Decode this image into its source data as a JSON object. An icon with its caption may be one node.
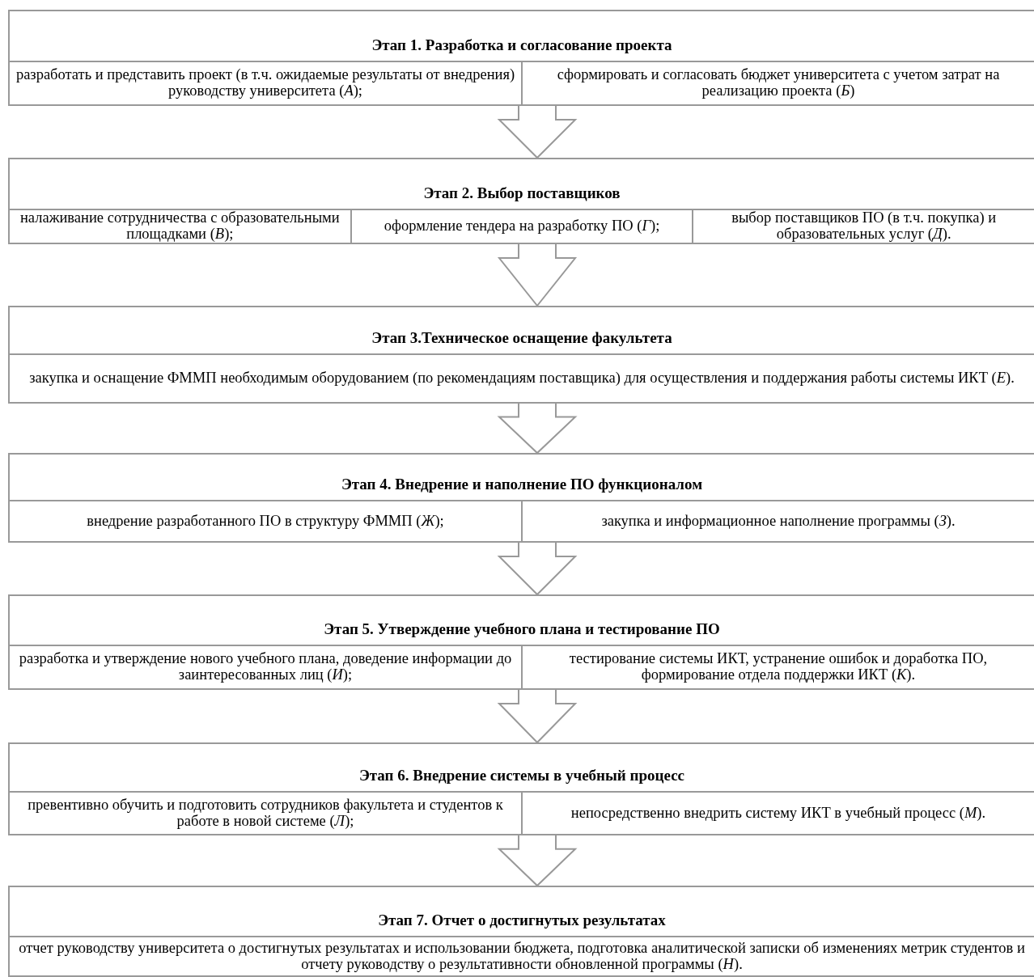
{
  "diagram": {
    "nodes": [
      {
        "text": [
          "Этап 1. Разработка и согласование проекта"
        ]
      },
      {
        "text": [
          "разработать и представить проект (в т.ч. ожидаемые результаты от внедрения) руководству университета (*А*);"
        ],
        "in": 0
      },
      {
        "text": [
          "сформировать и согласовать бюджет университета с учетом затрат на реализацию проекта (*Б*)"
        ],
        "in": 0
      },
      {
        "text": [
          "Этап 2. Выбор поставщиков"
        ]
      },
      {
        "text": [
          "налаживание сотрудничества с образовательными площадками (*В*);"
        ],
        "in": 3
      },
      {
        "text": [
          "оформление тендера на разработку ПО (*Г*);"
        ],
        "in": 3
      },
      {
        "text": [
          "выбор поставщиков ПО (в т.ч. покупка) и образовательных услуг (*Д*)."
        ],
        "in": 3
      },
      {
        "text": [
          "Этап 3.Техническое оснащение факультета"
        ]
      },
      {
        "text": [
          "закупка и оснащение ФММП необходимым оборудованием (по рекомендациям поставщика) для осуществления и поддержания работы системы ИКТ (*Е*)."
        ],
        "in": 7
      },
      {
        "text": [
          "Этап 4. Внедрение и наполнение ПО функционалом"
        ]
      },
      {
        "text": [
          "внедрение разработанного ПО в структуру ФММП (*Ж*);"
        ],
        "in": 9
      },
      {
        "text": [
          "закупка и информационное наполнение программы (*З*)."
        ],
        "in": 9
      },
      {
        "text": [
          "Этап 5. Утверждение учебного плана и тестирование ПО"
        ]
      },
      {
        "text": [
          "разработка и утверждение нового учебного плана, доведение информации до заинтересованных лиц (*И*);"
        ],
        "in": 12
      },
      {
        "text": [
          "тестирование системы ИКТ, устранение ошибок и доработка ПО, формирование отдела поддержки ИКТ (*К*)."
        ],
        "in": 12
      },
      {
        "text": [
          "Этап 6. Внедрение системы в учебный процесс"
        ]
      },
      {
        "text": [
          "превентивно обучить и подготовить сотрудников факультета и студентов к работе в новой системе (*Л*);"
        ],
        "in": 15
      },
      {
        "text": [
          "непосредственно внедрить систему ИКТ в учебный процесс (*М*)."
        ],
        "in": 15
      },
      {
        "text": [
          "Этап 7. Отчет о достигнутых результатах"
        ]
      },
      {
        "text": [
          "отчет руководству университета о достигнутых результатах и использовании бюджета, подготовка аналитической записки об изменениях метрик студентов и отчету руководству о результативности обновленной программы (*Н*)."
        ],
        "in": 18
      }
    ],
    "edges": [
      {
        "from": 0,
        "to": 3,
        "arrow": "to"
      },
      {
        "from": 3,
        "to": 7,
        "arrow": "to"
      },
      {
        "from": 7,
        "to": 9,
        "arrow": "to"
      },
      {
        "from": 9,
        "to": 12,
        "arrow": "to"
      },
      {
        "from": 12,
        "to": 15,
        "arrow": "to"
      },
      {
        "from": 15,
        "to": 18,
        "arrow": "to"
      }
    ]
  }
}
